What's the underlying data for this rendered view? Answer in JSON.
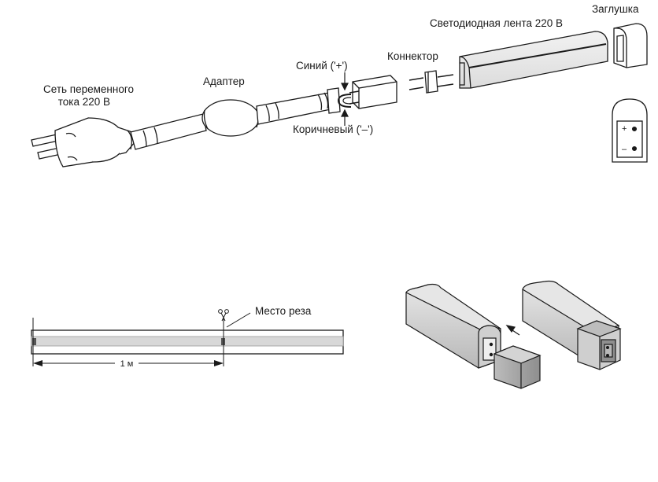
{
  "labels": {
    "mains_line1": "Сеть переменного",
    "mains_line2": "тока 220 В",
    "adapter": "Адаптер",
    "blue": "Синий ('+')",
    "brown": "Коричневый ('–')",
    "connector": "Коннектор",
    "led_strip": "Светодиодная лента 220 В",
    "end_cap": "Заглушка",
    "cut_point": "Место реза",
    "length": "1 м",
    "plus": "+",
    "minus": "–"
  },
  "colors": {
    "line": "#1a1a1a",
    "tube_fill": "#ffffff",
    "strip_gray": "#c9c9c9",
    "strip_dark": "#8f8f8f",
    "cap_gray": "#9a9a9a",
    "cap_light": "#d4d4d4",
    "cut_mark": "#555555"
  }
}
